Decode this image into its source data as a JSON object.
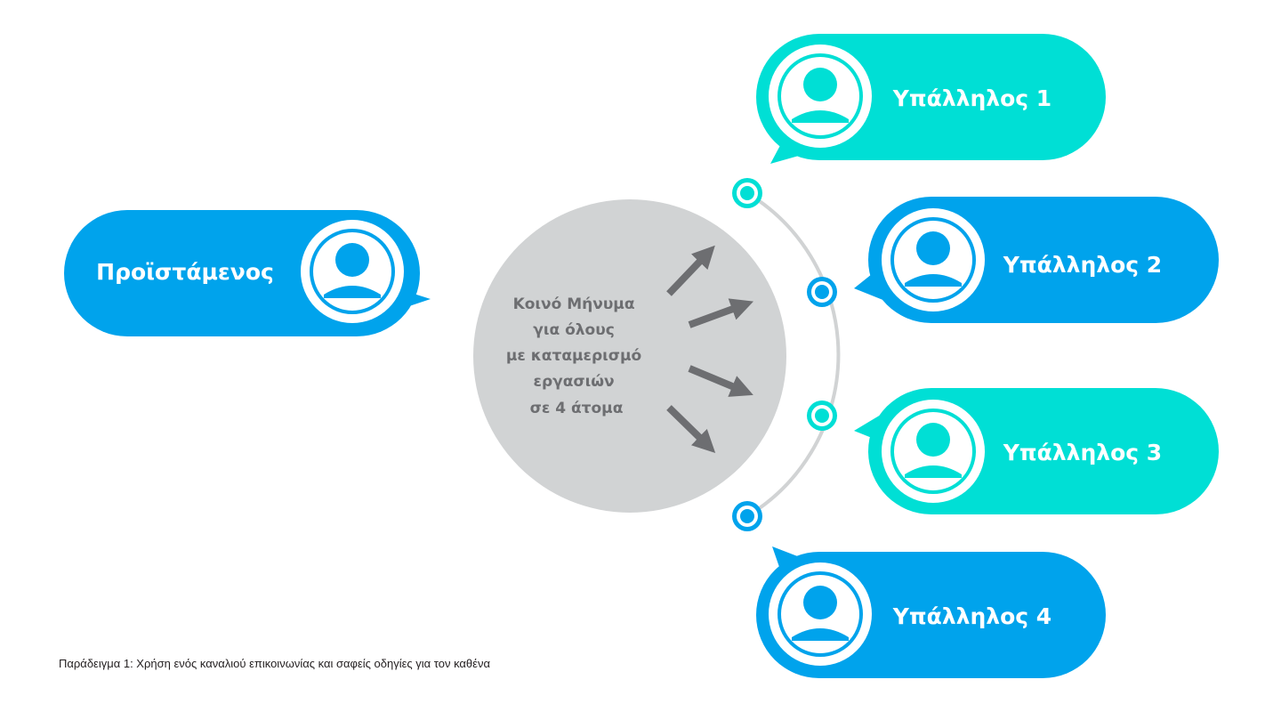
{
  "colors": {
    "blue": "#00a3ec",
    "cyan": "#00dfd5",
    "gray_circle": "#d1d3d4",
    "arrow": "#6d6e71",
    "arc": "#d1d3d4",
    "white": "#ffffff"
  },
  "supervisor": {
    "label": "Προϊστάμενος",
    "icon": "person-avatar-icon"
  },
  "hub": {
    "lines": [
      "Κοινό Μήνυμα",
      "για όλους",
      "με καταμερισμό",
      "εργασιών",
      "σε 4 άτομα"
    ]
  },
  "employees": [
    {
      "label": "Υπάλληλος 1",
      "icon": "person-avatar-icon",
      "color": "cyan"
    },
    {
      "label": "Υπάλληλος 2",
      "icon": "person-avatar-icon",
      "color": "blue"
    },
    {
      "label": "Υπάλληλος 3",
      "icon": "person-avatar-icon",
      "color": "cyan"
    },
    {
      "label": "Υπάλληλος 4",
      "icon": "person-avatar-icon",
      "color": "blue"
    }
  ],
  "caption": "Παράδειγμα 1: Χρήση ενός καναλιού επικοινωνίας και σαφείς οδηγίες για τον καθένα"
}
